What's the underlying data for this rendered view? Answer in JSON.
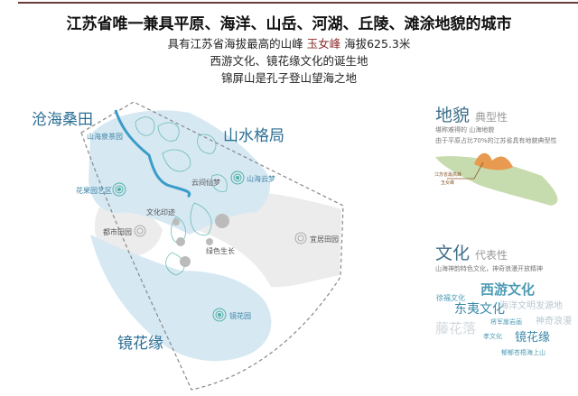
{
  "header": {
    "title": "江苏省唯一兼具平原、海洋、山岳、河湖、丘陵、滩涂地貌的城市",
    "line1_prefix": "具有江苏省海拔最高的山峰",
    "line1_highlight": "玉女峰",
    "line1_suffix": "海拔625.3米",
    "line2": "西游文化、镜花缘文化的诞生地",
    "line3": "锦屏山是孔子登山望海之地"
  },
  "map": {
    "region_labels": [
      "沧海桑田",
      "山水格局",
      "镜花缘"
    ],
    "zones": [
      "山海泉茶园",
      "花果园艺区",
      "山海云梦",
      "云间仙梦",
      "文化印迹",
      "都市田园",
      "宜居田园",
      "绿色生长",
      "镜花园"
    ],
    "colors": {
      "water": "#d6e8f2",
      "land": "#ececec",
      "river": "#3a9cc8",
      "contour": "#4fb0a8",
      "boundary": "#888888"
    }
  },
  "landform": {
    "heading": "地貌",
    "tag": "典型性",
    "line1": "堪称难得的 山海地貌",
    "line2": "由于平原占比70%的江苏省具有地貌典型性",
    "legend1": "江苏省最高峰",
    "legend2": "玉女峰"
  },
  "culture": {
    "heading": "文化",
    "tag": "代表性",
    "line1": "山海神韵特色文化，神奇浪漫开放精神",
    "words": [
      "西游文化",
      "徐福文化",
      "东夷文化",
      "海洋文明发源地",
      "神奇浪漫",
      "藤花落",
      "将军崖岩画",
      "孝文化",
      "镜花缘",
      "郁郁苍梧海上山"
    ]
  }
}
